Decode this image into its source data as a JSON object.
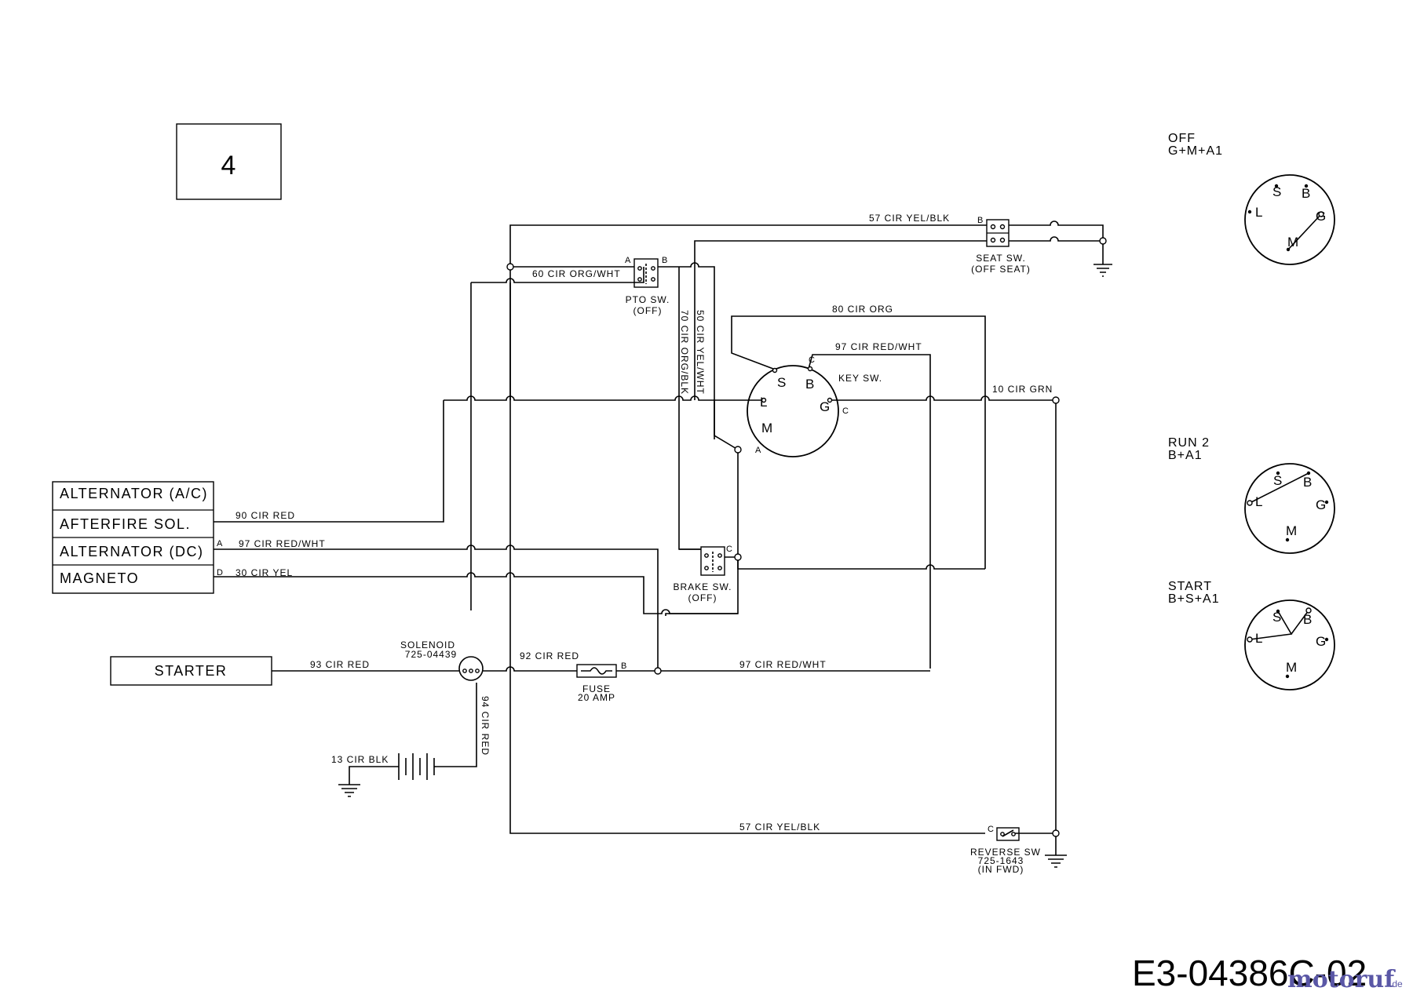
{
  "diagram": {
    "page_number": "4",
    "drawing_code": "E3-04386C-02",
    "watermark": {
      "brand": "motoruf",
      "suffix": ".de"
    },
    "left_block": {
      "rows": [
        "ALTERNATOR (A/C)",
        "AFTERFIRE SOL.",
        "ALTERNATOR (DC)",
        "MAGNETO"
      ],
      "terminal_a": "A",
      "terminal_d": "D"
    },
    "starter": "STARTER",
    "wires": {
      "w57_top": "57 CIR YEL/BLK",
      "w60": "60 CIR ORG/WHT",
      "w80": "80 CIR ORG",
      "w97_key": "97 CIR RED/WHT",
      "w70": "70 CIR ORG/BLK",
      "w50": "50 CIR YEL/WHT",
      "w10": "10 CIR GRN",
      "w90": "90 CIR RED",
      "w97_alt": "97 CIR RED/WHT",
      "w30": "30 CIR YEL",
      "w93": "93 CIR RED",
      "w92": "92 CIR RED",
      "w97_fuse": "97 CIR RED/WHT",
      "w94": "94 CIR RED",
      "w13": "13 CIR BLK",
      "w57_bottom": "57 CIR YEL/BLK"
    },
    "components": {
      "seat_sw": {
        "name": "SEAT SW.",
        "state": "(OFF SEAT)",
        "terminal": "B"
      },
      "pto_sw": {
        "name": "PTO SW.",
        "state": "(OFF)",
        "term_a": "A",
        "term_b": "B"
      },
      "brake_sw": {
        "name": "BRAKE SW.",
        "state": "(OFF)",
        "terminal": "C"
      },
      "key_sw": {
        "name": "KEY SW.",
        "terminals": [
          "S",
          "B",
          "L",
          "G",
          "M"
        ],
        "term_c1": "C",
        "term_c2": "C",
        "term_a": "A"
      },
      "solenoid": {
        "name": "SOLENOID",
        "part": "725-04439"
      },
      "fuse": {
        "name": "FUSE",
        "rating": "20 AMP",
        "terminal": "B"
      },
      "reverse_sw": {
        "name": "REVERSE SW",
        "part": "725-1643",
        "state": "(IN FWD)",
        "terminal": "C"
      }
    },
    "key_positions": [
      {
        "name": "OFF",
        "combo": "G+M+A1",
        "letters": [
          "S",
          "B",
          "L",
          "G",
          "M"
        ]
      },
      {
        "name": "RUN 2",
        "combo": "B+A1",
        "letters": [
          "S",
          "B",
          "L",
          "G",
          "M"
        ]
      },
      {
        "name": "START",
        "combo": "B+S+A1",
        "letters": [
          "S",
          "B",
          "L",
          "G",
          "M"
        ]
      }
    ]
  }
}
